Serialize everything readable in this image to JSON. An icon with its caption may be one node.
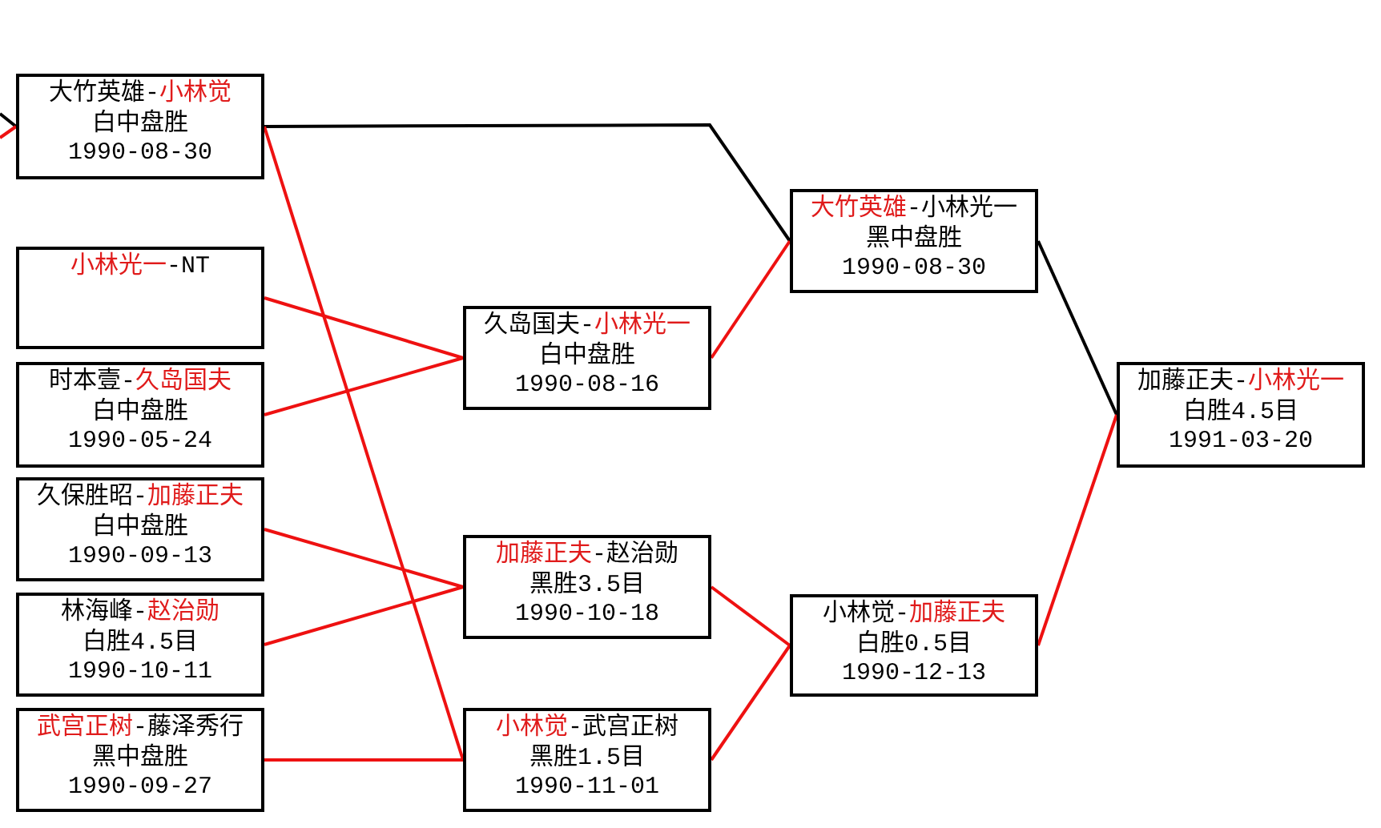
{
  "diagram": {
    "nodes": [
      {
        "text": [
          "大竹英雄-**小林觉**",
          "白中盘胜",
          "1990-08-30"
        ]
      },
      {
        "text": [
          "**小林光一**-NT"
        ]
      },
      {
        "text": [
          "时本壹-**久岛国夫**",
          "白中盘胜",
          "1990-05-24"
        ]
      },
      {
        "text": [
          "久保胜昭-**加藤正夫**",
          "白中盘胜",
          "1990-09-13"
        ]
      },
      {
        "text": [
          "林海峰-**赵治勋**",
          "白胜4.5目",
          "1990-10-11"
        ]
      },
      {
        "text": [
          "**武宫正树**-藤泽秀行",
          "黑中盘胜",
          "1990-09-27"
        ]
      },
      {
        "text": [
          "久岛国夫-**小林光一**",
          "白中盘胜",
          "1990-08-16"
        ]
      },
      {
        "text": [
          "**加藤正夫**-赵治勋",
          "黑胜3.5目",
          "1990-10-18"
        ]
      },
      {
        "text": [
          "**小林觉**-武宫正树",
          "黑胜1.5目",
          "1990-11-01"
        ]
      },
      {
        "text": [
          "**大竹英雄**-小林光一",
          "黑中盘胜",
          "1990-08-30"
        ]
      },
      {
        "text": [
          "小林觉-**加藤正夫**",
          "白胜0.5目",
          "1990-12-13"
        ]
      },
      {
        "text": [
          "加藤正夫-**小林光一**",
          "白胜4.5目",
          "1991-03-20"
        ]
      }
    ],
    "edges": [
      {
        "from": null,
        "to": 0,
        "arrow": "none",
        "color": "#000000"
      },
      {
        "from": null,
        "to": 0,
        "arrow": "none"
      },
      {
        "from": 0,
        "to": 9,
        "arrow": "none",
        "color": "#000000"
      },
      {
        "from": 0,
        "to": 8,
        "arrow": "none"
      },
      {
        "from": 1,
        "to": 6,
        "arrow": "none"
      },
      {
        "from": 2,
        "to": 6,
        "arrow": "none"
      },
      {
        "from": 3,
        "to": 7,
        "arrow": "none"
      },
      {
        "from": 4,
        "to": 7,
        "arrow": "none"
      },
      {
        "from": 5,
        "to": 8,
        "arrow": "none"
      },
      {
        "from": 6,
        "to": 9,
        "arrow": "none"
      },
      {
        "from": 7,
        "to": 10,
        "arrow": "none"
      },
      {
        "from": 8,
        "to": 10,
        "arrow": "none"
      },
      {
        "from": 9,
        "to": 11,
        "arrow": "none",
        "color": "#000000"
      },
      {
        "from": 10,
        "to": 11,
        "arrow": "none"
      }
    ]
  }
}
